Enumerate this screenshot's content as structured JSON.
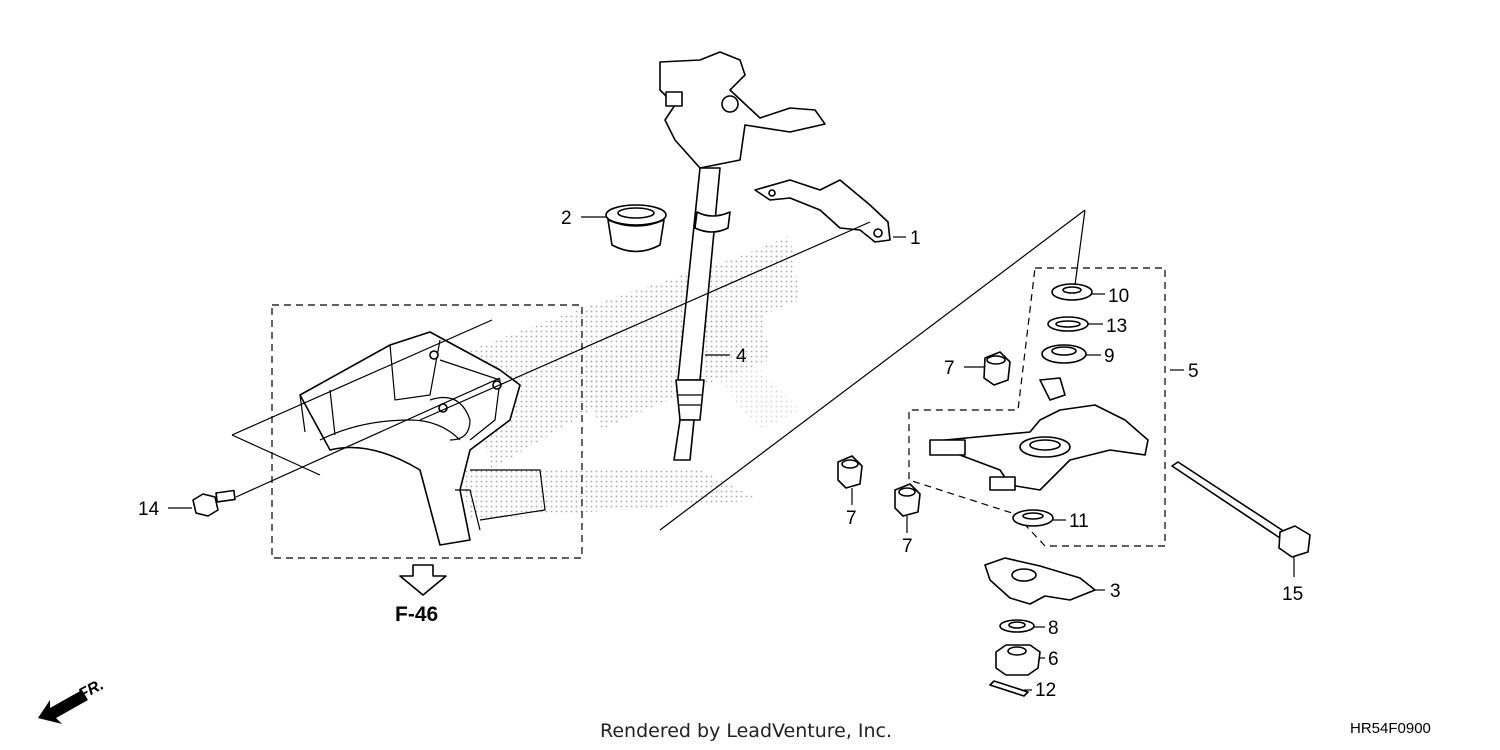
{
  "callouts": {
    "c1": "1",
    "c2": "2",
    "c3": "3",
    "c4": "4",
    "c5": "5",
    "c6": "6",
    "c7a": "7",
    "c7b": "7",
    "c7c": "7",
    "c8": "8",
    "c9": "9",
    "c10": "10",
    "c11": "11",
    "c12": "12",
    "c13": "13",
    "c14": "14",
    "c15": "15"
  },
  "reference": {
    "label": "F-46"
  },
  "direction": {
    "label": "FR."
  },
  "footer": {
    "rendered_by": "Rendered by LeadVenture, Inc."
  },
  "diagram_code": "HR54F0900",
  "colors": {
    "ink": "#000000",
    "stipple": "#9a9a9a",
    "background": "#ffffff"
  }
}
